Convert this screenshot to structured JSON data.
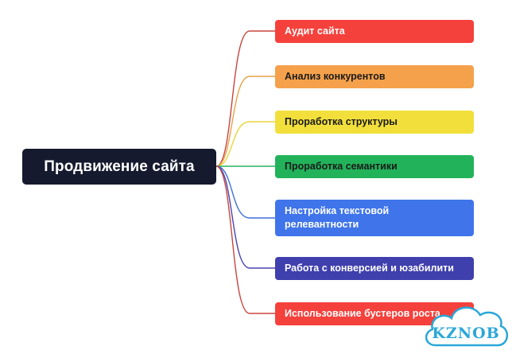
{
  "root": {
    "label": "Продвижение сайта",
    "color": "#151a2e"
  },
  "branches": [
    {
      "label": "Аудит сайта",
      "bg": "#f5413c",
      "text_color": "#ffffff",
      "line": "#c8453e"
    },
    {
      "label": "Анализ конкурентов",
      "bg": "#f5a14b",
      "text_color": "#1a1a1a",
      "line": "#e6a24c"
    },
    {
      "label": "Проработка структуры",
      "bg": "#f2df3b",
      "text_color": "#1a1a1a",
      "line": "#e8d63a"
    },
    {
      "label": "Проработка семантики",
      "bg": "#22b35a",
      "text_color": "#1a1a1a",
      "line": "#2bb35e"
    },
    {
      "label": "Настройка текстовой релевантности",
      "bg": "#3f74ea",
      "text_color": "#ffffff",
      "line": "#3e6fd8"
    },
    {
      "label": "Работа с конверсией и юзабилити",
      "bg": "#3f3fae",
      "text_color": "#ffffff",
      "line": "#4a44b2"
    },
    {
      "label": "Использование бустеров роста",
      "bg": "#f5413c",
      "text_color": "#ffffff",
      "line": "#c8453e"
    }
  ],
  "watermark": {
    "label": "KZNOB",
    "color": "#2aa7d8"
  }
}
